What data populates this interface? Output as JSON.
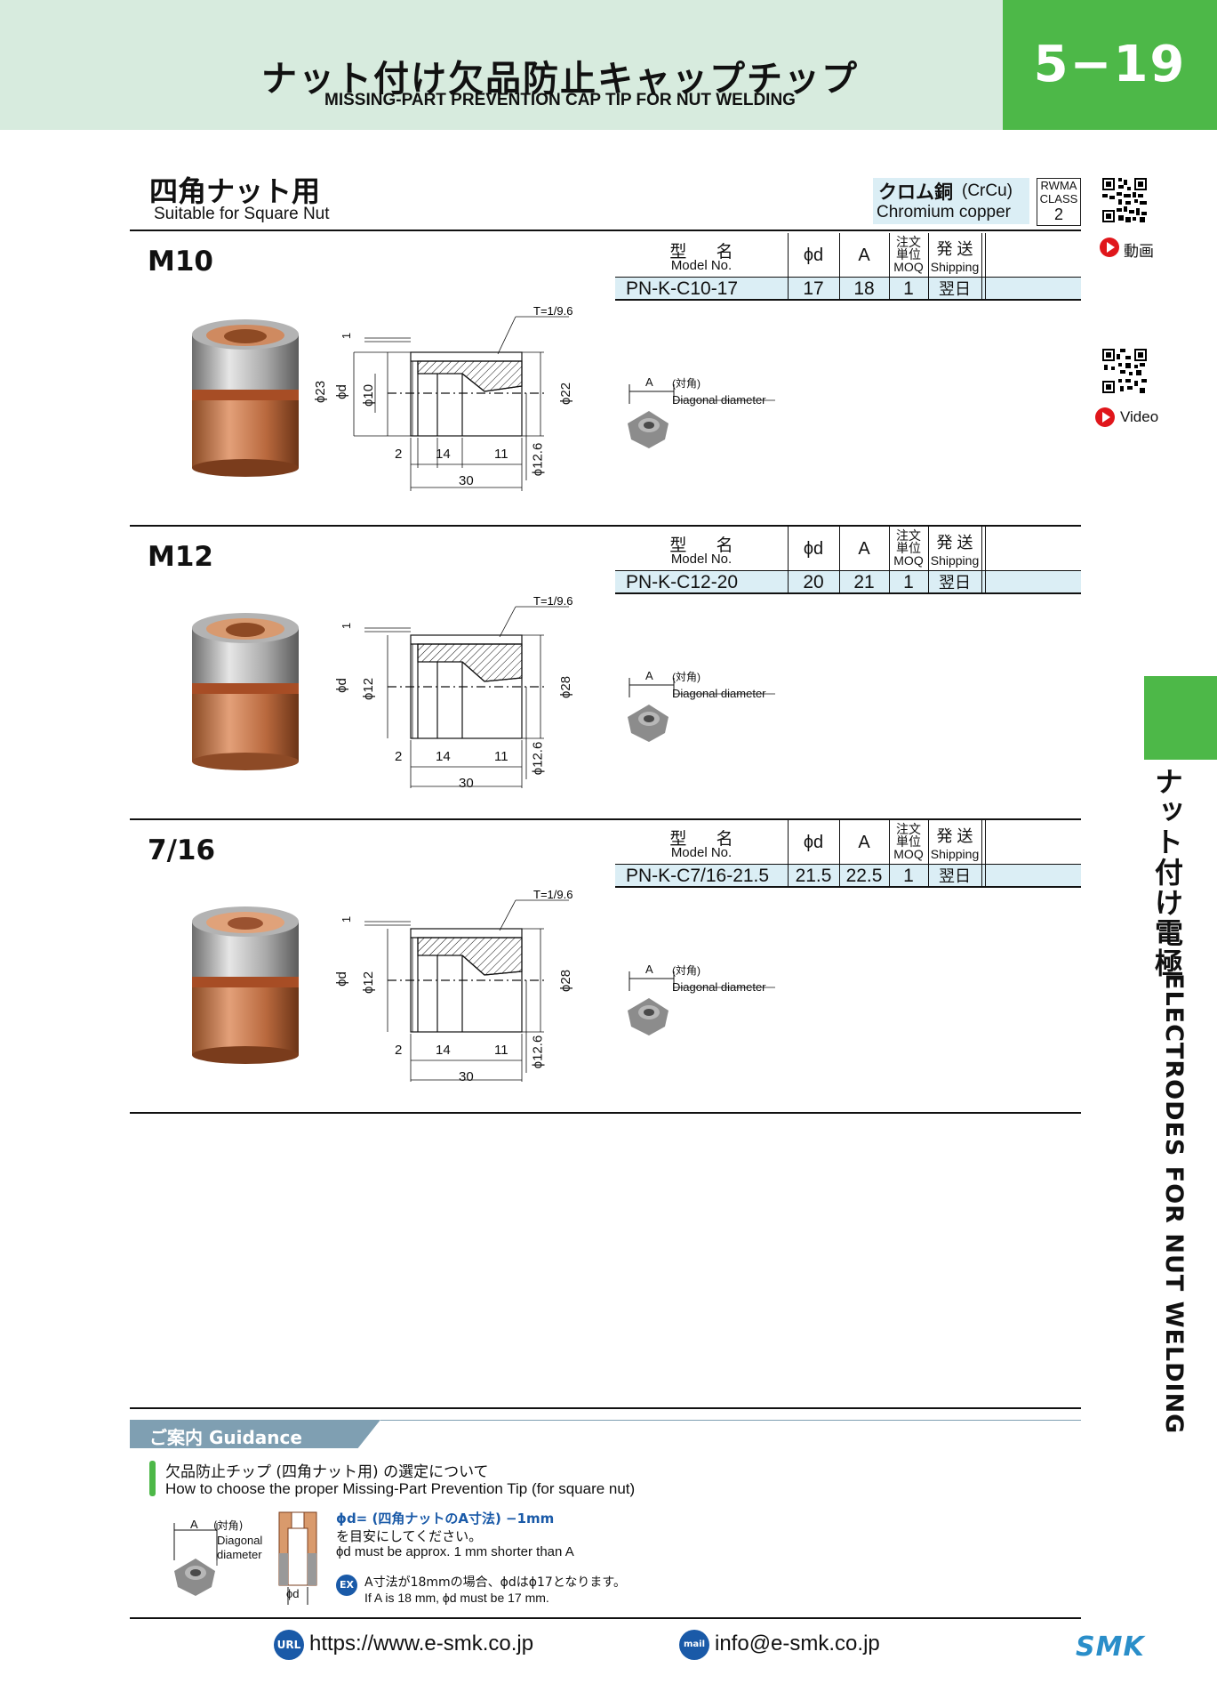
{
  "header": {
    "title_jp": "ナット付け欠品防止キャップチップ",
    "title_en": "MISSING-PART PREVENTION CAP TIP FOR NUT WELDING",
    "page": "5−19"
  },
  "section": {
    "title_jp": "四角ナット用",
    "title_en": "Suitable for Square Nut",
    "material_jp": "クロム銅",
    "material_code": "(CrCu)",
    "material_en": "Chromium copper",
    "rwma_1": "RWMA",
    "rwma_2": "CLASS",
    "rwma_3": "2"
  },
  "qr": {
    "video_jp": "動画",
    "video_en": "Video"
  },
  "table_header": {
    "model_jp": "型 名",
    "model_en": "Model No.",
    "phid": "ϕd",
    "a": "A",
    "moq_jp1": "注文",
    "moq_jp2": "単位",
    "moq_en": "MOQ",
    "ship_jp": "発 送",
    "ship_en": "Shipping"
  },
  "products": [
    {
      "size": "M10",
      "model": "PN-K-C10-17",
      "phid": "17",
      "a": "18",
      "moq": "1",
      "ship": "翌日",
      "dims": {
        "t": "T=1/9.6",
        "one": "1",
        "d_outer": "ϕ23",
        "d": "ϕd",
        "d_in": "ϕ10",
        "d_right": "ϕ22",
        "l1": "2",
        "l2": "14",
        "l3": "11",
        "total": "30",
        "hole": "ϕ12.6"
      }
    },
    {
      "size": "M12",
      "model": "PN-K-C12-20",
      "phid": "20",
      "a": "21",
      "moq": "1",
      "ship": "翌日",
      "dims": {
        "t": "T=1/9.6",
        "one": "1",
        "d_outer": "",
        "d": "ϕd",
        "d_in": "ϕ12",
        "d_right": "ϕ28",
        "l1": "2",
        "l2": "14",
        "l3": "11",
        "total": "30",
        "hole": "ϕ12.6"
      }
    },
    {
      "size": "7/16",
      "model": "PN-K-C7/16-21.5",
      "phid": "21.5",
      "a": "22.5",
      "moq": "1",
      "ship": "翌日",
      "dims": {
        "t": "T=1/9.6",
        "one": "1",
        "d_outer": "",
        "d": "ϕd",
        "d_in": "ϕ12",
        "d_right": "ϕ28",
        "l1": "2",
        "l2": "14",
        "l3": "11",
        "total": "30",
        "hole": "ϕ12.6"
      }
    }
  ],
  "nut_label": {
    "a": "A",
    "jp": "(対角)",
    "en": "Diagonal diameter"
  },
  "sidebar": {
    "jp": "ナット付け電極",
    "en": "ELECTRODES FOR NUT WELDING"
  },
  "guidance": {
    "title": "ご案内 Guidance",
    "q_jp": "欠品防止チップ (四角ナット用) の選定について",
    "q_en": "How to choose the proper Missing-Part Prevention Tip (for square nut)",
    "nut_a": "A",
    "nut_jp": "(対角)",
    "nut_en1": "Diagonal",
    "nut_en2": "diameter",
    "phid": "ϕd",
    "formula_jp": "ϕd= (四角ナットのA寸法) −1mm",
    "formula_jp2": "を目安にしてください。",
    "formula_en": "ϕd must be approx. 1 mm shorter than A",
    "ex_badge": "EX",
    "ex_jp": "A寸法が18mmの場合、ϕdはϕ17となります。",
    "ex_en": "If A is 18 mm, ϕd must be 17 mm."
  },
  "footer": {
    "url_icon": "URL",
    "url": "https://www.e-smk.co.jp",
    "mail_icon": "mail",
    "email": "info@e-smk.co.jp",
    "logo": "SMK"
  }
}
